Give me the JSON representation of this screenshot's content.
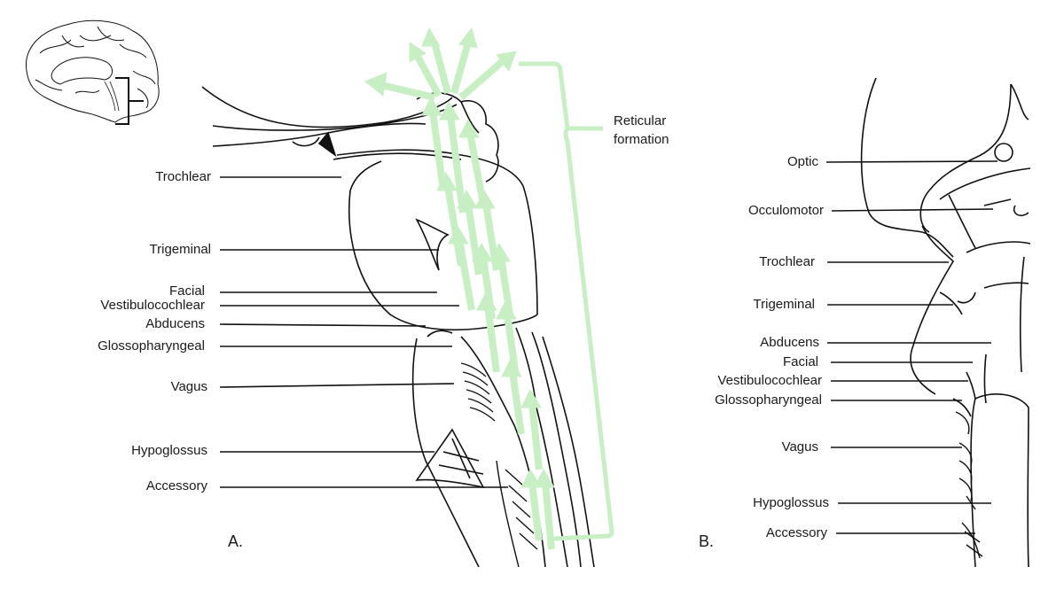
{
  "figure": {
    "title": "Brainstem cranial nerves and reticular formation",
    "arrow_color": "#c8efc4",
    "line_color": "#111111",
    "inset": {
      "description": "medial view of brain with bracket marking brainstem"
    },
    "panel_a": {
      "letter": "A.",
      "reticular_label": "Reticular formation",
      "reticular_label_lines": [
        "Reticular",
        "formation"
      ],
      "labels": [
        "Trochlear",
        "Trigeminal",
        "Facial",
        "Vestibulocochlear",
        "Abducens",
        "Glossopharyngeal",
        "Vagus",
        "Hypoglossus",
        "Accessory"
      ]
    },
    "panel_b": {
      "letter": "B.",
      "labels": [
        "Optic",
        "Occulomotor",
        "Trochlear",
        "Trigeminal",
        "Abducens",
        "Facial",
        "Vestibulocochlear",
        "Glossopharyngeal",
        "Vagus",
        "Hypoglossus",
        "Accessory"
      ]
    }
  }
}
